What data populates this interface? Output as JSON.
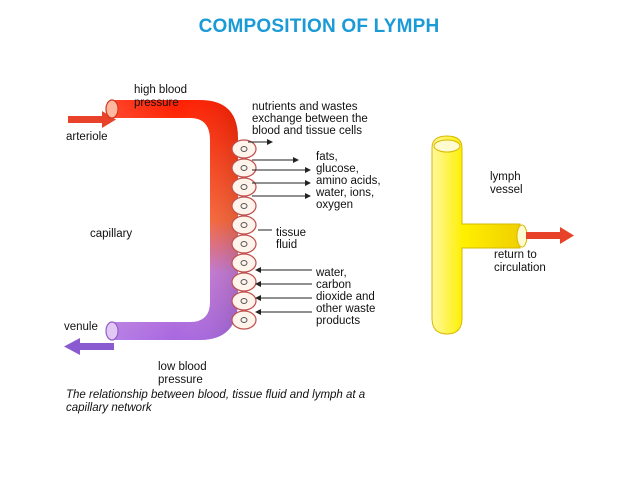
{
  "title": "COMPOSITION OF LYMPH",
  "labels": {
    "high_pressure": [
      "high blood",
      "pressure"
    ],
    "arteriole": "arteriole",
    "capillary": "capillary",
    "venule": "venule",
    "low_pressure": [
      "low blood",
      "pressure"
    ],
    "exchange": [
      "nutrients and wastes",
      "exchange between the",
      "blood and tissue cells"
    ],
    "nutrients": [
      "fats,",
      "glucose,",
      "amino acids,",
      "water, ions,",
      "oxygen"
    ],
    "tissue_fluid": [
      "tissue",
      "fluid"
    ],
    "wastes": [
      "water,",
      "carbon",
      "dioxide and",
      "other waste",
      "products"
    ],
    "lymph_vessel": [
      "lymph",
      "vessel"
    ],
    "return": [
      "return to",
      "circulation"
    ]
  },
  "caption": [
    "The relationship between blood, tissue fluid and lymph at a",
    "capillary network"
  ],
  "colors": {
    "title": "#1a9bd7",
    "capillary_top": "#ff2a00",
    "capillary_mid": "#ff7a3c",
    "capillary_bottom": "#b070e0",
    "lymph_vessel": "#ffee00",
    "arrow_in": "#e8432a",
    "arrow_out": "#8a5bd0"
  }
}
